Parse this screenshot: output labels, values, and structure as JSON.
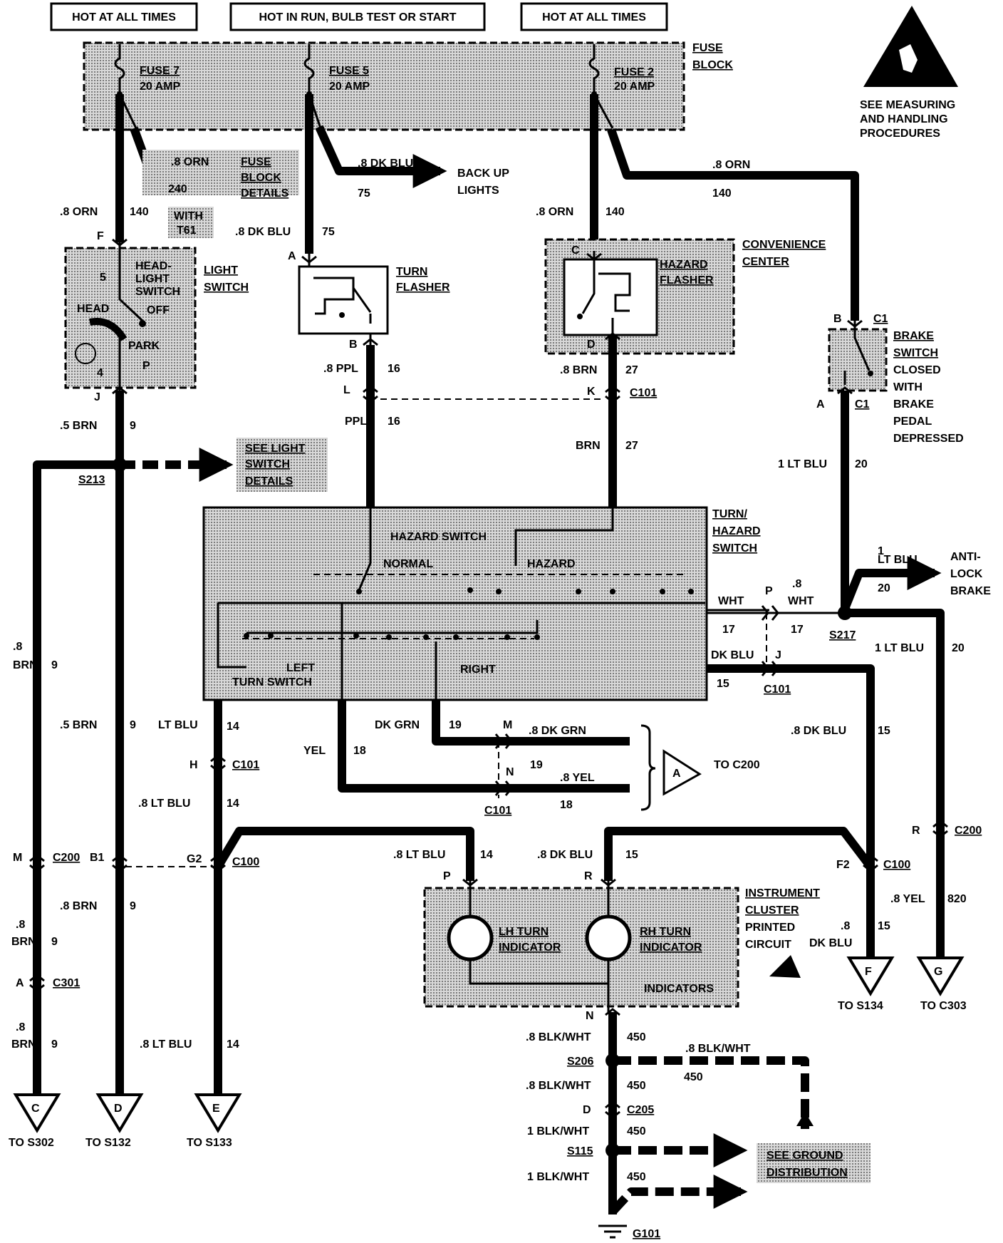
{
  "supply": {
    "hot_left": "HOT AT ALL TIMES",
    "hot_run": "HOT IN RUN, BULB TEST OR START",
    "hot_right": "HOT AT ALL TIMES"
  },
  "fuse_block": {
    "label1": "FUSE",
    "label2": "BLOCK",
    "fuse7": {
      "name": "FUSE 7",
      "rating": "20 AMP"
    },
    "fuse5": {
      "name": "FUSE 5",
      "rating": "20 AMP"
    },
    "fuse2": {
      "name": "FUSE 2",
      "rating": "20 AMP"
    }
  },
  "esd_note": {
    "line1": "SEE MEASURING",
    "line2": "AND HANDLING",
    "line3": "PROCEDURES"
  },
  "fuse_details": {
    "l1": "FUSE",
    "l2": "BLOCK",
    "l3": "DETAILS",
    "wire": ".8 ORN",
    "circuit": "240",
    "t1": "WITH",
    "t2": "T61"
  },
  "backup": {
    "wire": ".8 DK BLU",
    "circuit": "75",
    "l1": "BACK UP",
    "l2": "LIGHTS"
  },
  "wires": {
    "orn140_left": ".8 ORN",
    "c140_left": "140",
    "dkblu75": ".8 DK BLU",
    "c75": "75",
    "orn140_mid": ".8 ORN",
    "c140_mid": "140",
    "orn140_right": ".8 ORN",
    "c140_right": "140",
    "brn9_top": ".5 BRN",
    "c9_top": "9",
    "ppl16_top": ".8 PPL",
    "c16_top": "16",
    "ppl16": "PPL",
    "c16": "16",
    "brn27_top": ".8 BRN",
    "c27_top": "27",
    "brn27": "BRN",
    "c27": "27",
    "ltblu20": "1 LT BLU",
    "c20": "20",
    "abs1": "1",
    "abs2": "LT BLU",
    "abs3": "20",
    "wht17_left": "WHT",
    "c17_left": "17",
    "wht17_r1": ".8",
    "wht17_r2": "WHT",
    "c17_r": "17",
    "dkblu15": "DK BLU",
    "c15": "15",
    "ltblu20_r": "1 LT BLU",
    "c20_r": "20",
    "brn9_l1": ".8",
    "brn9_l2": "BRN",
    "c9_l": "9",
    "brn9_mid": ".5 BRN",
    "c9_mid": "9",
    "ltblu14": "LT BLU",
    "c14": "14",
    "dkgrn19": "DK GRN",
    "c19": "19",
    "yel18": "YEL",
    "c18": "18",
    "dkgrn19_r": ".8 DK GRN",
    "c19_r": "19",
    "yel18_r": ".8 YEL",
    "c18_r": "18",
    "dkblu15_r": ".8 DK BLU",
    "c15_r": "15",
    "ltblu14_b": ".8 LT BLU",
    "c14_b": "14",
    "ltblu14_p": ".8 LT BLU",
    "c14_p": "14",
    "dkblu15_p": ".8 DK BLU",
    "c15_p": "15",
    "brn9_b1": ".8 BRN",
    "c9_b1": "9",
    "brn9_b2a": ".8",
    "brn9_b2b": "BRN",
    "c9_b2": "9",
    "brn9_b3a": ".8",
    "brn9_b3b": "BRN",
    "c9_b3": "9",
    "ltblu14_bot": ".8 LT BLU",
    "c14_bot": "14",
    "yel820": ".8 YEL",
    "c820": "820",
    "dkblu15_f1": ".8",
    "dkblu15_f2": "DK BLU",
    "c15_f": "15",
    "blk1": ".8 BLK/WHT",
    "c450_1": "450",
    "blk2": ".8 BLK/WHT",
    "c450_2": "450",
    "blk3": ".8 BLK/WHT",
    "c450_3": "450",
    "blk4": "1 BLK/WHT",
    "c450_4": "450",
    "blk5": "1 BLK/WHT",
    "c450_5": "450"
  },
  "pins": {
    "F": "F",
    "J": "J",
    "A_tf": "A",
    "B_tf": "B",
    "C_hf": "C",
    "D_hf": "D",
    "L": "L",
    "K": "K",
    "B_bs": "B",
    "C1_top": "C1",
    "A_bs": "A",
    "C1_bot": "C1",
    "P_wht": "P",
    "J_dk": "J",
    "M_c101": "M",
    "N_c101": "N",
    "H": "H",
    "M_c200": "M",
    "B1": "B1",
    "G2": "G2",
    "P_ic": "P",
    "R_ic": "R",
    "F2": "F2",
    "R_c200": "R",
    "A_c301": "A",
    "N_ic": "N",
    "D_c205": "D"
  },
  "connectors": {
    "c101_a": "C101",
    "c101_b": "C101",
    "c101_c": "C101",
    "c101_d": "C101",
    "c200_a": "C200",
    "c200_b": "C200",
    "c100_a": "C100",
    "c100_b": "C100",
    "c301": "C301",
    "c205": "C205"
  },
  "splices": {
    "s213": "S213",
    "s217": "S217",
    "s206": "S206",
    "s115": "S115",
    "g101": "G101"
  },
  "light_switch": {
    "l1": "LIGHT",
    "l2": "SWITCH",
    "h1": "HEAD-",
    "h2": "LIGHT",
    "h3": "SWITCH",
    "five": "5",
    "head": "HEAD",
    "off": "OFF",
    "park": "PARK",
    "p": "P",
    "four": "4"
  },
  "light_details": {
    "l1": "SEE LIGHT",
    "l2": "SWITCH",
    "l3": "DETAILS"
  },
  "turn_flasher": {
    "l1": "TURN",
    "l2": "FLASHER"
  },
  "hazard_flasher": {
    "l1": "HAZARD",
    "l2": "FLASHER"
  },
  "convenience": {
    "l1": "CONVENIENCE",
    "l2": "CENTER"
  },
  "brake_switch": {
    "l1": "BRAKE",
    "l2": "SWITCH",
    "l3": "CLOSED",
    "l4": "WITH",
    "l5": "BRAKE",
    "l6": "PEDAL",
    "l7": "DEPRESSED"
  },
  "abs": {
    "l1": "ANTI-",
    "l2": "LOCK",
    "l3": "BRAKE"
  },
  "turn_hazard": {
    "l1": "TURN/",
    "l2": "HAZARD",
    "l3": "SWITCH",
    "hazard_switch": "HAZARD SWITCH",
    "normal": "NORMAL",
    "hazard": "HAZARD",
    "left1": "LEFT",
    "left2": "TURN SWITCH",
    "right": "RIGHT"
  },
  "c200_ref": {
    "letter": "A",
    "text": "TO C200"
  },
  "cluster": {
    "l1": "INSTRUMENT",
    "l2": "CLUSTER",
    "l3": "PRINTED",
    "l4": "CIRCUIT",
    "lh1": "LH TURN",
    "lh2": "INDICATOR",
    "rh1": "RH TURN",
    "rh2": "INDICATOR",
    "ind": "INDICATORS"
  },
  "ground": {
    "l1": "SEE GROUND",
    "l2": "DISTRIBUTION"
  },
  "terminals": {
    "C": {
      "letter": "C",
      "text": "TO S302"
    },
    "D": {
      "letter": "D",
      "text": "TO S132"
    },
    "E": {
      "letter": "E",
      "text": "TO S133"
    },
    "F": {
      "letter": "F",
      "text": "TO S134"
    },
    "G": {
      "letter": "G",
      "text": "TO C303"
    }
  }
}
